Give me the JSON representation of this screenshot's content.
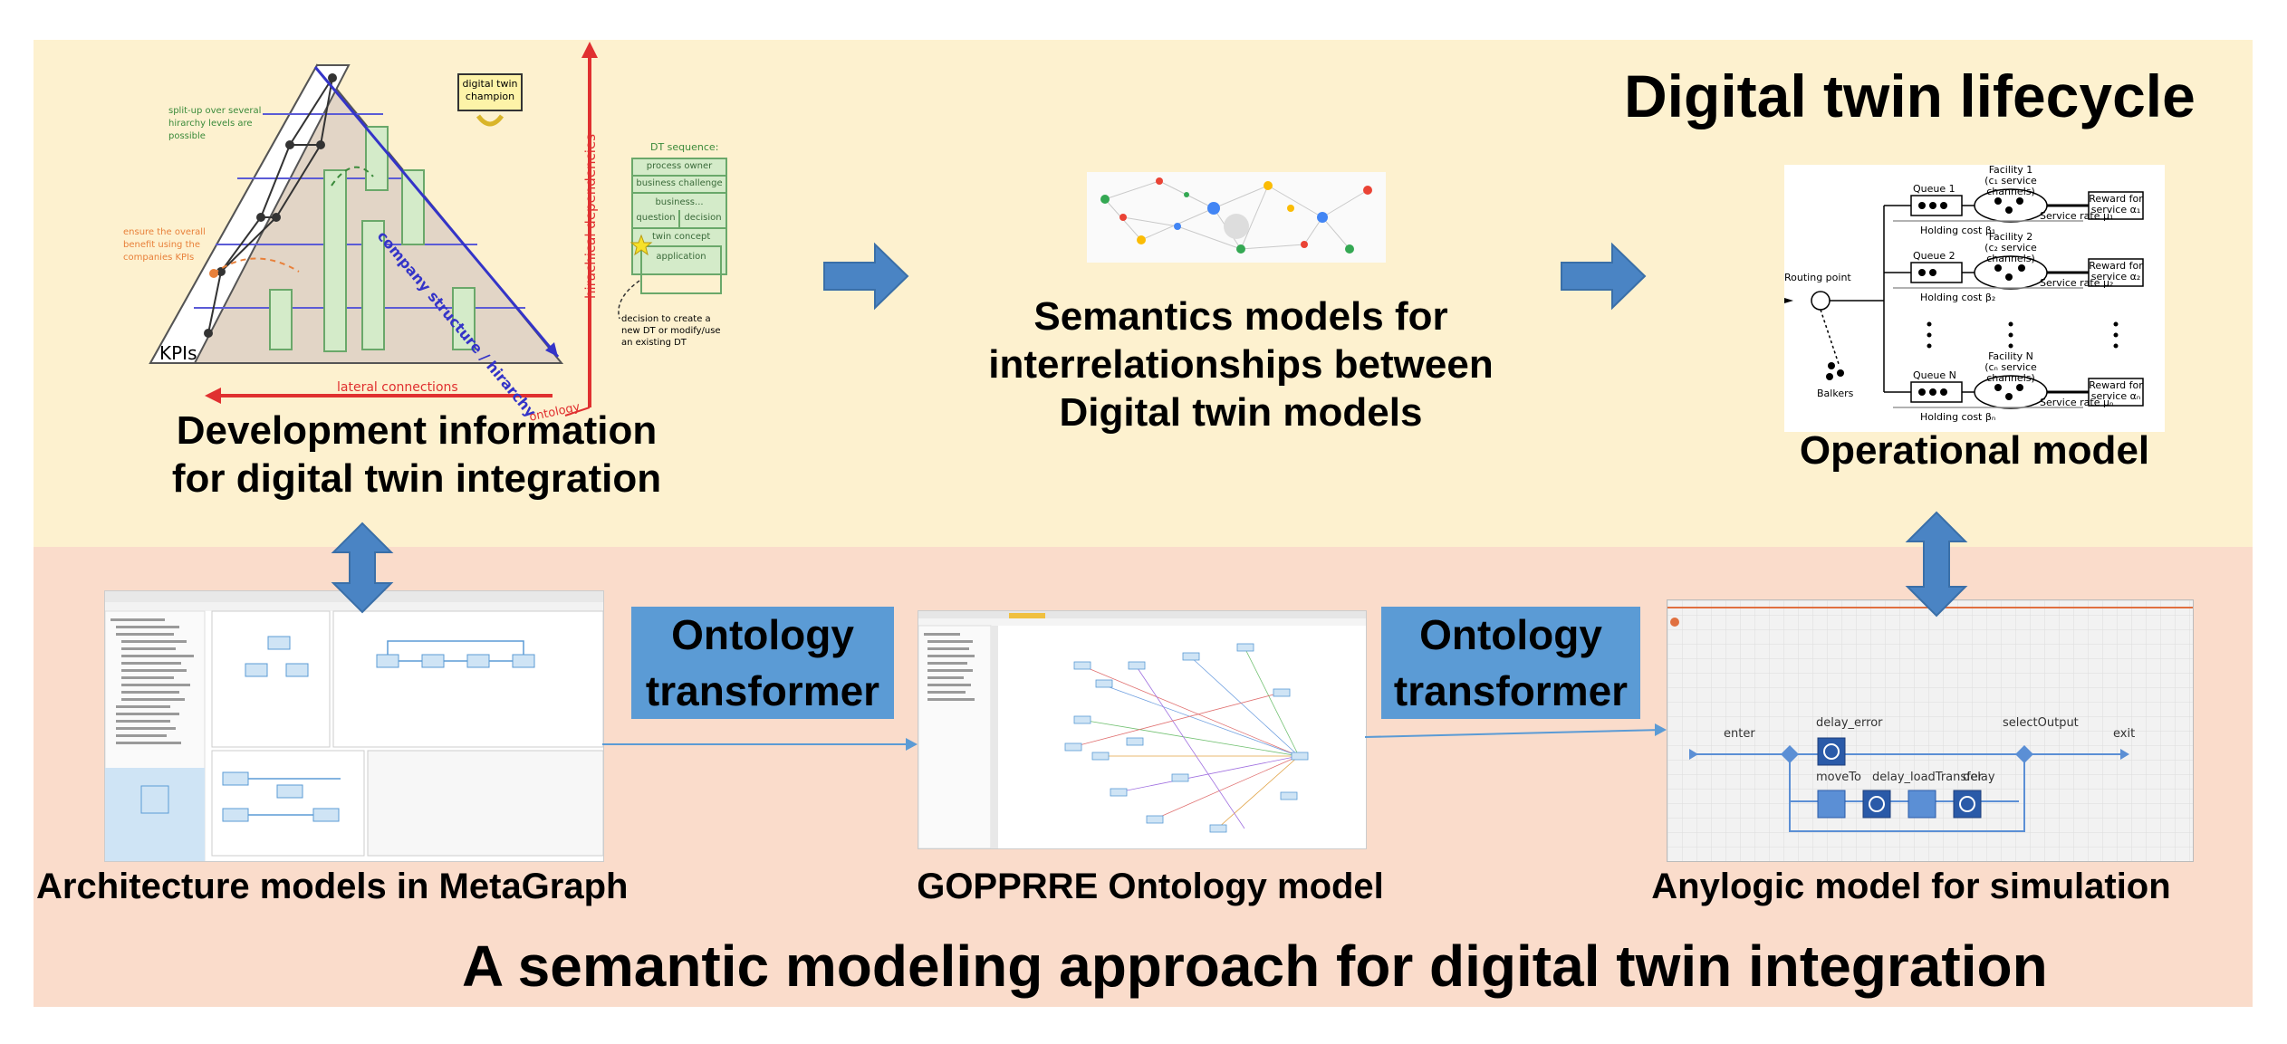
{
  "top": {
    "title": "Digital twin lifecycle",
    "development_caption_line1": "Development information",
    "development_caption_line2": "for digital twin integration",
    "semantics_caption_line1": "Semantics models for",
    "semantics_caption_line2": "interrelationships between",
    "semantics_caption_line3": "Digital twin models",
    "operational_caption": "Operational model"
  },
  "pyramid": {
    "kpis": "KPIs",
    "company_structure": "company structure / hirarchy",
    "hierarchical_dependencies": "hirachical dependencies",
    "lateral_connections": "lateral connections",
    "ontology": "ontology",
    "champion_line1": "digital twin",
    "champion_line2": "champion",
    "split_note_line1": "split-up over several",
    "split_note_line2": "hirarchy levels are",
    "split_note_line3": "possible",
    "ensure_note_line1": "ensure the overall",
    "ensure_note_line2": "benefit using the",
    "ensure_note_line3": "companies KPIs",
    "dt_sequence_title": "DT sequence:",
    "seq_process_owner": "process owner",
    "seq_business_challenge": "business challenge",
    "seq_business": "business...",
    "seq_question": "question",
    "seq_decision": "decision",
    "seq_twin_concept": "twin concept",
    "seq_application": "application",
    "decision_note_line1": "decision to create a",
    "decision_note_line2": "new DT or modify/use",
    "decision_note_line3": "an existing DT"
  },
  "queue": {
    "facility1_line1": "Facility 1",
    "facility1_line2": "(c₁ service channels)",
    "facility2_line1": "Facility 2",
    "facility2_line2": "(c₂ service channels)",
    "facilityN_line1": "Facility N",
    "facilityN_line2": "(cₙ service channels)",
    "queue1": "Queue 1",
    "queue2": "Queue 2",
    "queueN": "Queue N",
    "holding1": "Holding cost β₁",
    "holding2": "Holding cost β₂",
    "holdingN": "Holding cost βₙ",
    "service1": "Service rate μ₁",
    "service2": "Service rate μ₂",
    "serviceN": "Service rate μₙ",
    "reward1_line1": "Reward for",
    "reward1_line2": "service α₁",
    "reward2_line1": "Reward for",
    "reward2_line2": "service α₂",
    "rewardN_line1": "Reward for",
    "rewardN_line2": "service αₙ",
    "routing_point": "Routing point",
    "balkers": "Balkers"
  },
  "bottom": {
    "title": "A semantic modeling approach for digital twin integration",
    "ontology_transformer_1_line1": "Ontology",
    "ontology_transformer_1_line2": "transformer",
    "ontology_transformer_2_line1": "Ontology",
    "ontology_transformer_2_line2": "transformer",
    "metagraph_caption": "Architecture models in MetaGraph",
    "gopprre_caption": "GOPPRRE Ontology model",
    "anylogic_caption": "Anylogic model for simulation"
  },
  "anylogic": {
    "enter": "enter",
    "delay_error": "delay_error",
    "moveTo": "moveTo",
    "delay_load_transfer": "delay_loadTransfer",
    "delay": "delay",
    "select_output": "selectOutput",
    "exit": "exit"
  },
  "colors": {
    "top_band": "#fdf1cf",
    "bottom_band": "#fadccb",
    "arrow_blue": "#4a84c4",
    "transformer_box": "#5b9bd5",
    "red_axis": "#e03030"
  }
}
